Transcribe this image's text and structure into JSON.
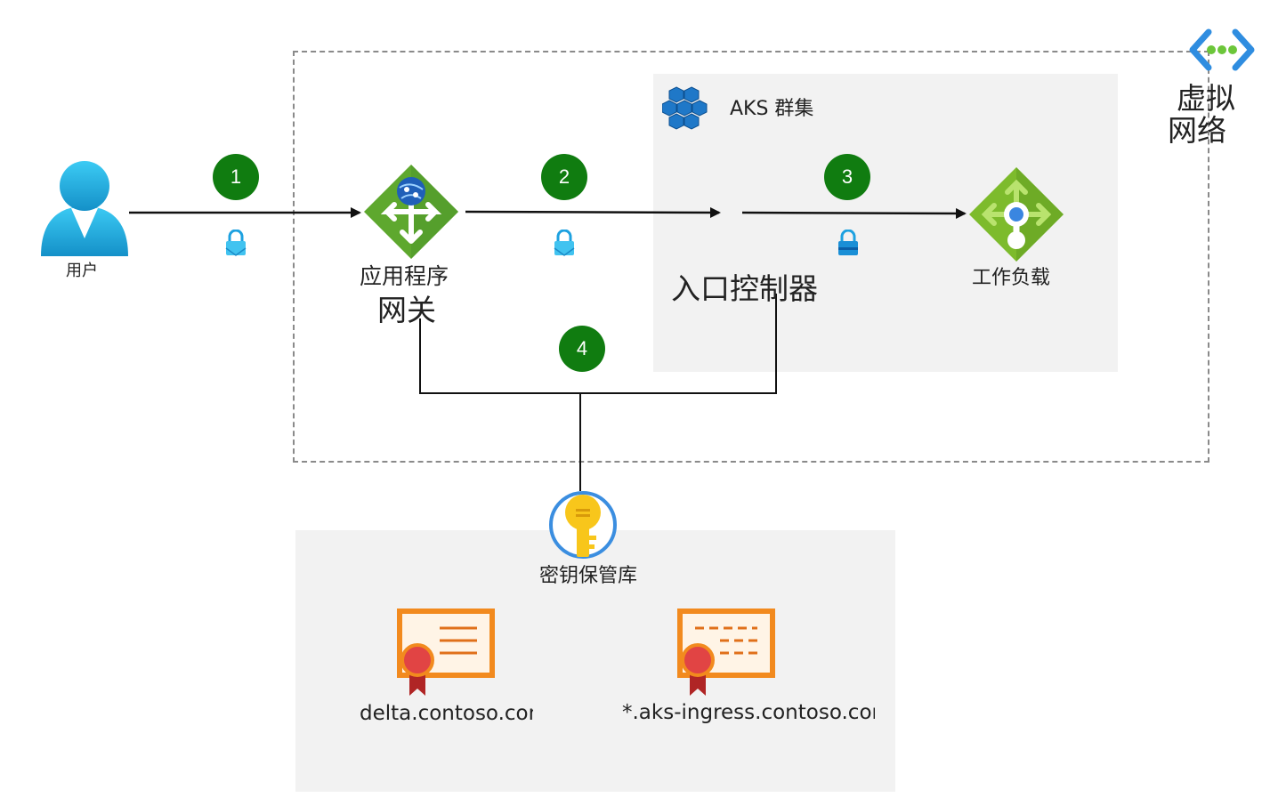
{
  "vnet": {
    "label_line1": "虚拟",
    "label_line2": "网络",
    "icon": "virtual-network-icon"
  },
  "aks": {
    "label": "AKS 群集",
    "icon": "aks-cluster-icon"
  },
  "user": {
    "label": "用户",
    "icon": "user-icon"
  },
  "gateway": {
    "label_line1": "应用程序",
    "label_line2": "网关",
    "icon": "application-gateway-icon"
  },
  "ingress": {
    "label": "入口控制器"
  },
  "workload": {
    "label": "工作负载",
    "icon": "workload-icon"
  },
  "keyvault": {
    "label": "密钥保管库",
    "icon": "key-vault-icon"
  },
  "certificates": [
    {
      "label": "delta.contoso.com",
      "icon": "certificate-icon"
    },
    {
      "label": "*.aks-ingress.contoso.com",
      "icon": "certificate-icon"
    }
  ],
  "steps": [
    "1",
    "2",
    "3",
    "4"
  ],
  "colors": {
    "step_badge": "#107c10",
    "panel": "#f2f2f2",
    "vnet_border": "#8a8a8a",
    "lock": "#1da1e0",
    "gateway_green": "#5ea82e",
    "cert_orange": "#f28a1e",
    "key_gold": "#f8c61b"
  }
}
